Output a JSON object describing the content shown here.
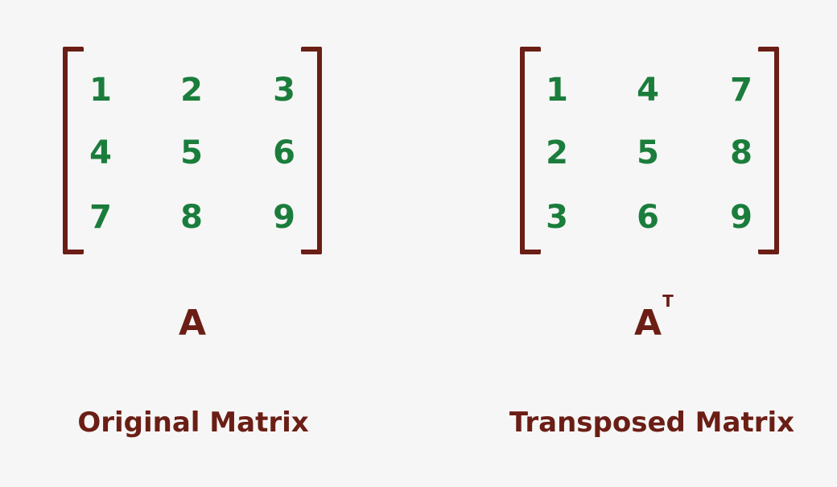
{
  "original": {
    "rows": [
      [
        "1",
        "2",
        "3"
      ],
      [
        "4",
        "5",
        "6"
      ],
      [
        "7",
        "8",
        "9"
      ]
    ],
    "symbol": "A",
    "caption": "Original Matrix"
  },
  "transposed": {
    "rows": [
      [
        "1",
        "4",
        "7"
      ],
      [
        "2",
        "5",
        "8"
      ],
      [
        "3",
        "6",
        "9"
      ]
    ],
    "symbol": "A",
    "symbol_superscript": "T",
    "caption": "Transposed Matrix"
  },
  "colors": {
    "bracket": "#6b1e15",
    "entries": "#1b7d3c",
    "labels": "#6b1e15",
    "background": "#f6f6f6"
  }
}
